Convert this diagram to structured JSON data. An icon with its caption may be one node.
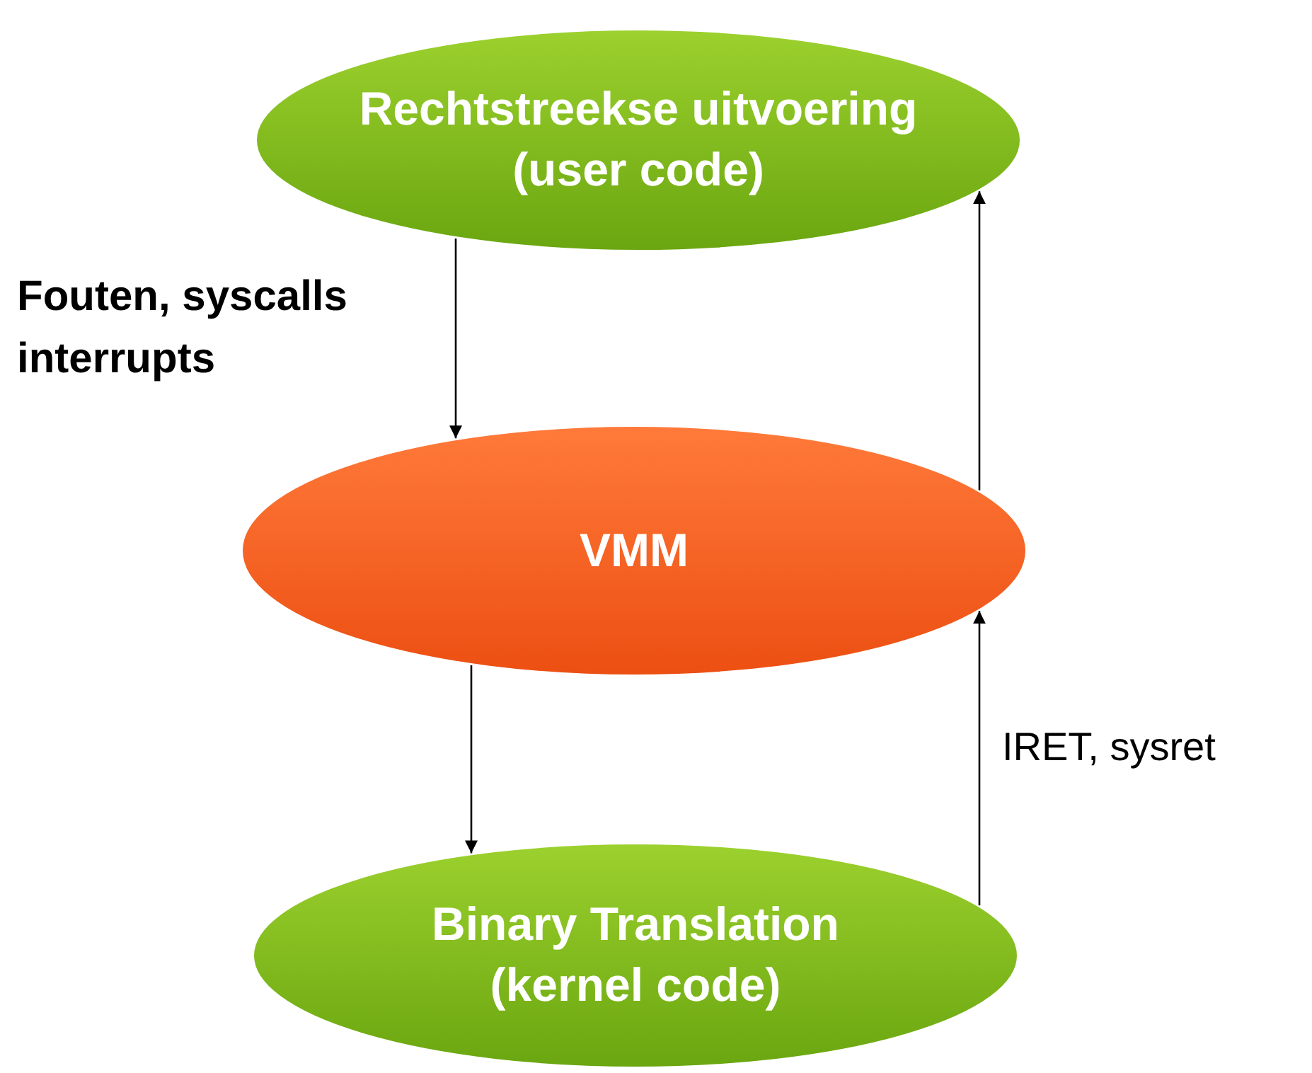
{
  "diagram": {
    "nodes": [
      {
        "text": [
          "Rechtstreekse uitvoering",
          "(user code)"
        ]
      },
      {
        "text": [
          "VMM"
        ]
      },
      {
        "text": [
          "Binary Translation",
          "(kernel code)"
        ]
      }
    ],
    "edges": [
      {
        "from": 0,
        "to": 1,
        "arrow": "to",
        "label": "Fouten, syscalls interrupts"
      },
      {
        "from": 1,
        "to": 0,
        "arrow": "to"
      },
      {
        "from": 1,
        "to": 2,
        "arrow": "to"
      },
      {
        "from": 2,
        "to": 1,
        "arrow": "to",
        "label": "IRET, sysret"
      }
    ]
  }
}
